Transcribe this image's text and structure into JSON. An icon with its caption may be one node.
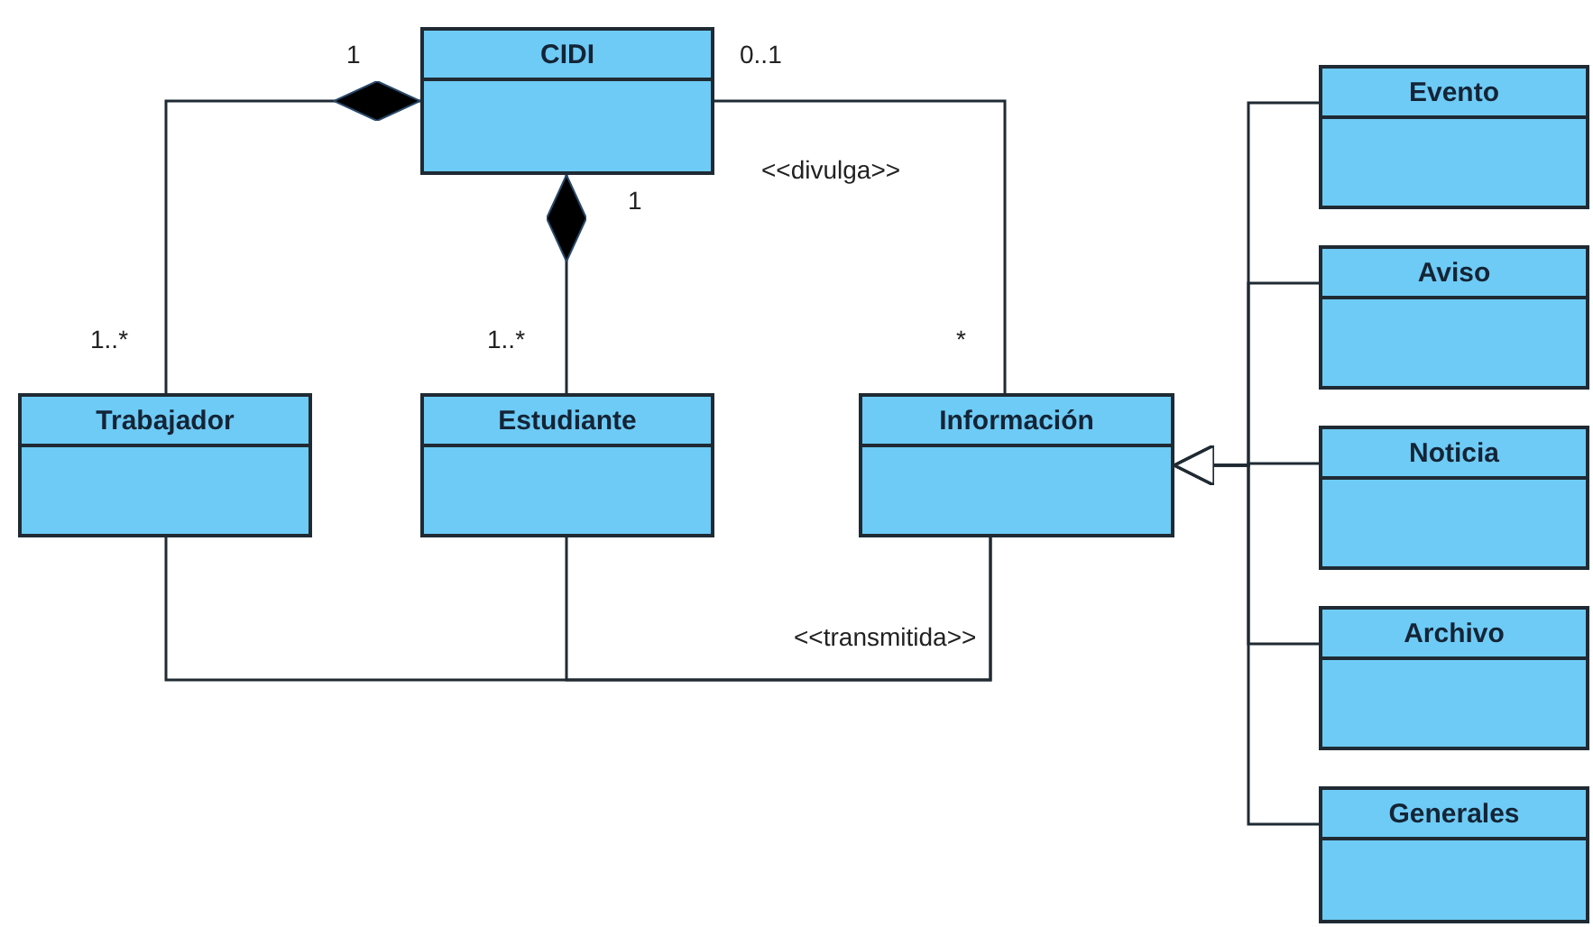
{
  "diagram": {
    "nodes": [
      {
        "text": [
          "CIDI"
        ]
      },
      {
        "text": [
          "Trabajador"
        ]
      },
      {
        "text": [
          "Estudiante"
        ]
      },
      {
        "text": [
          "Información"
        ]
      },
      {
        "text": [
          "Evento"
        ]
      },
      {
        "text": [
          "Aviso"
        ]
      },
      {
        "text": [
          "Noticia"
        ]
      },
      {
        "text": [
          "Archivo"
        ]
      },
      {
        "text": [
          "Generales"
        ]
      }
    ],
    "edges": [
      {
        "from": 0,
        "to": 1,
        "arrow": "other"
      },
      {
        "from": 0,
        "to": 2,
        "arrow": "other"
      },
      {
        "from": 0,
        "to": 3,
        "arrow": "none",
        "label": "<<divulga>>"
      },
      {
        "from": 1,
        "to": 3,
        "arrow": "none",
        "label": "<<transmitida>>"
      },
      {
        "from": 2,
        "to": 3,
        "arrow": "none"
      },
      {
        "from": 4,
        "to": 3,
        "arrow": "to"
      },
      {
        "from": 5,
        "to": 3,
        "arrow": "to"
      },
      {
        "from": 6,
        "to": 3,
        "arrow": "to"
      },
      {
        "from": 7,
        "to": 3,
        "arrow": "to"
      },
      {
        "from": 8,
        "to": 3,
        "arrow": "to"
      }
    ],
    "labels": [
      "1",
      "0..1",
      "1",
      "1..*",
      "1..*",
      "*"
    ]
  }
}
